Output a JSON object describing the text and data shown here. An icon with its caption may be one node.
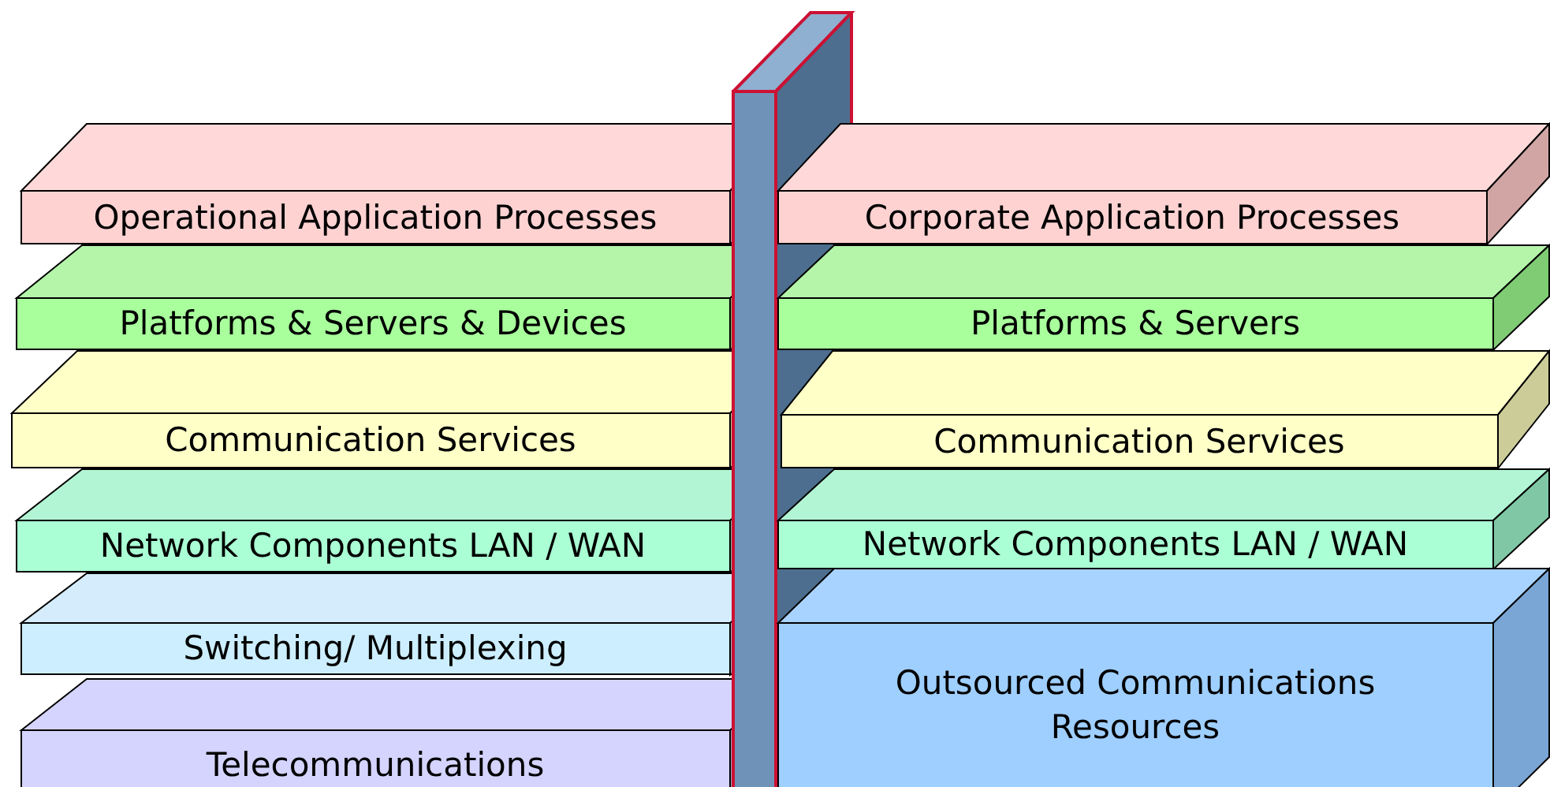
{
  "diagram": {
    "nodes": [
      {
        "text": [
          "Operational Application Processes"
        ]
      },
      {
        "text": [
          "Platforms & Servers & Devices"
        ]
      },
      {
        "text": [
          "Communication Services"
        ]
      },
      {
        "text": [
          "Network Components LAN / WAN"
        ]
      },
      {
        "text": [
          "Switching/ Multiplexing"
        ]
      },
      {
        "text": [
          "Telecommunications"
        ]
      },
      {
        "text": [
          "Corporate Application Processes"
        ]
      },
      {
        "text": [
          "Platforms & Servers"
        ]
      },
      {
        "text": [
          "Communication Services"
        ]
      },
      {
        "text": [
          "Network Components LAN / WAN"
        ]
      },
      {
        "text": [
          "Outsourced Communications Resources"
        ]
      }
    ]
  }
}
